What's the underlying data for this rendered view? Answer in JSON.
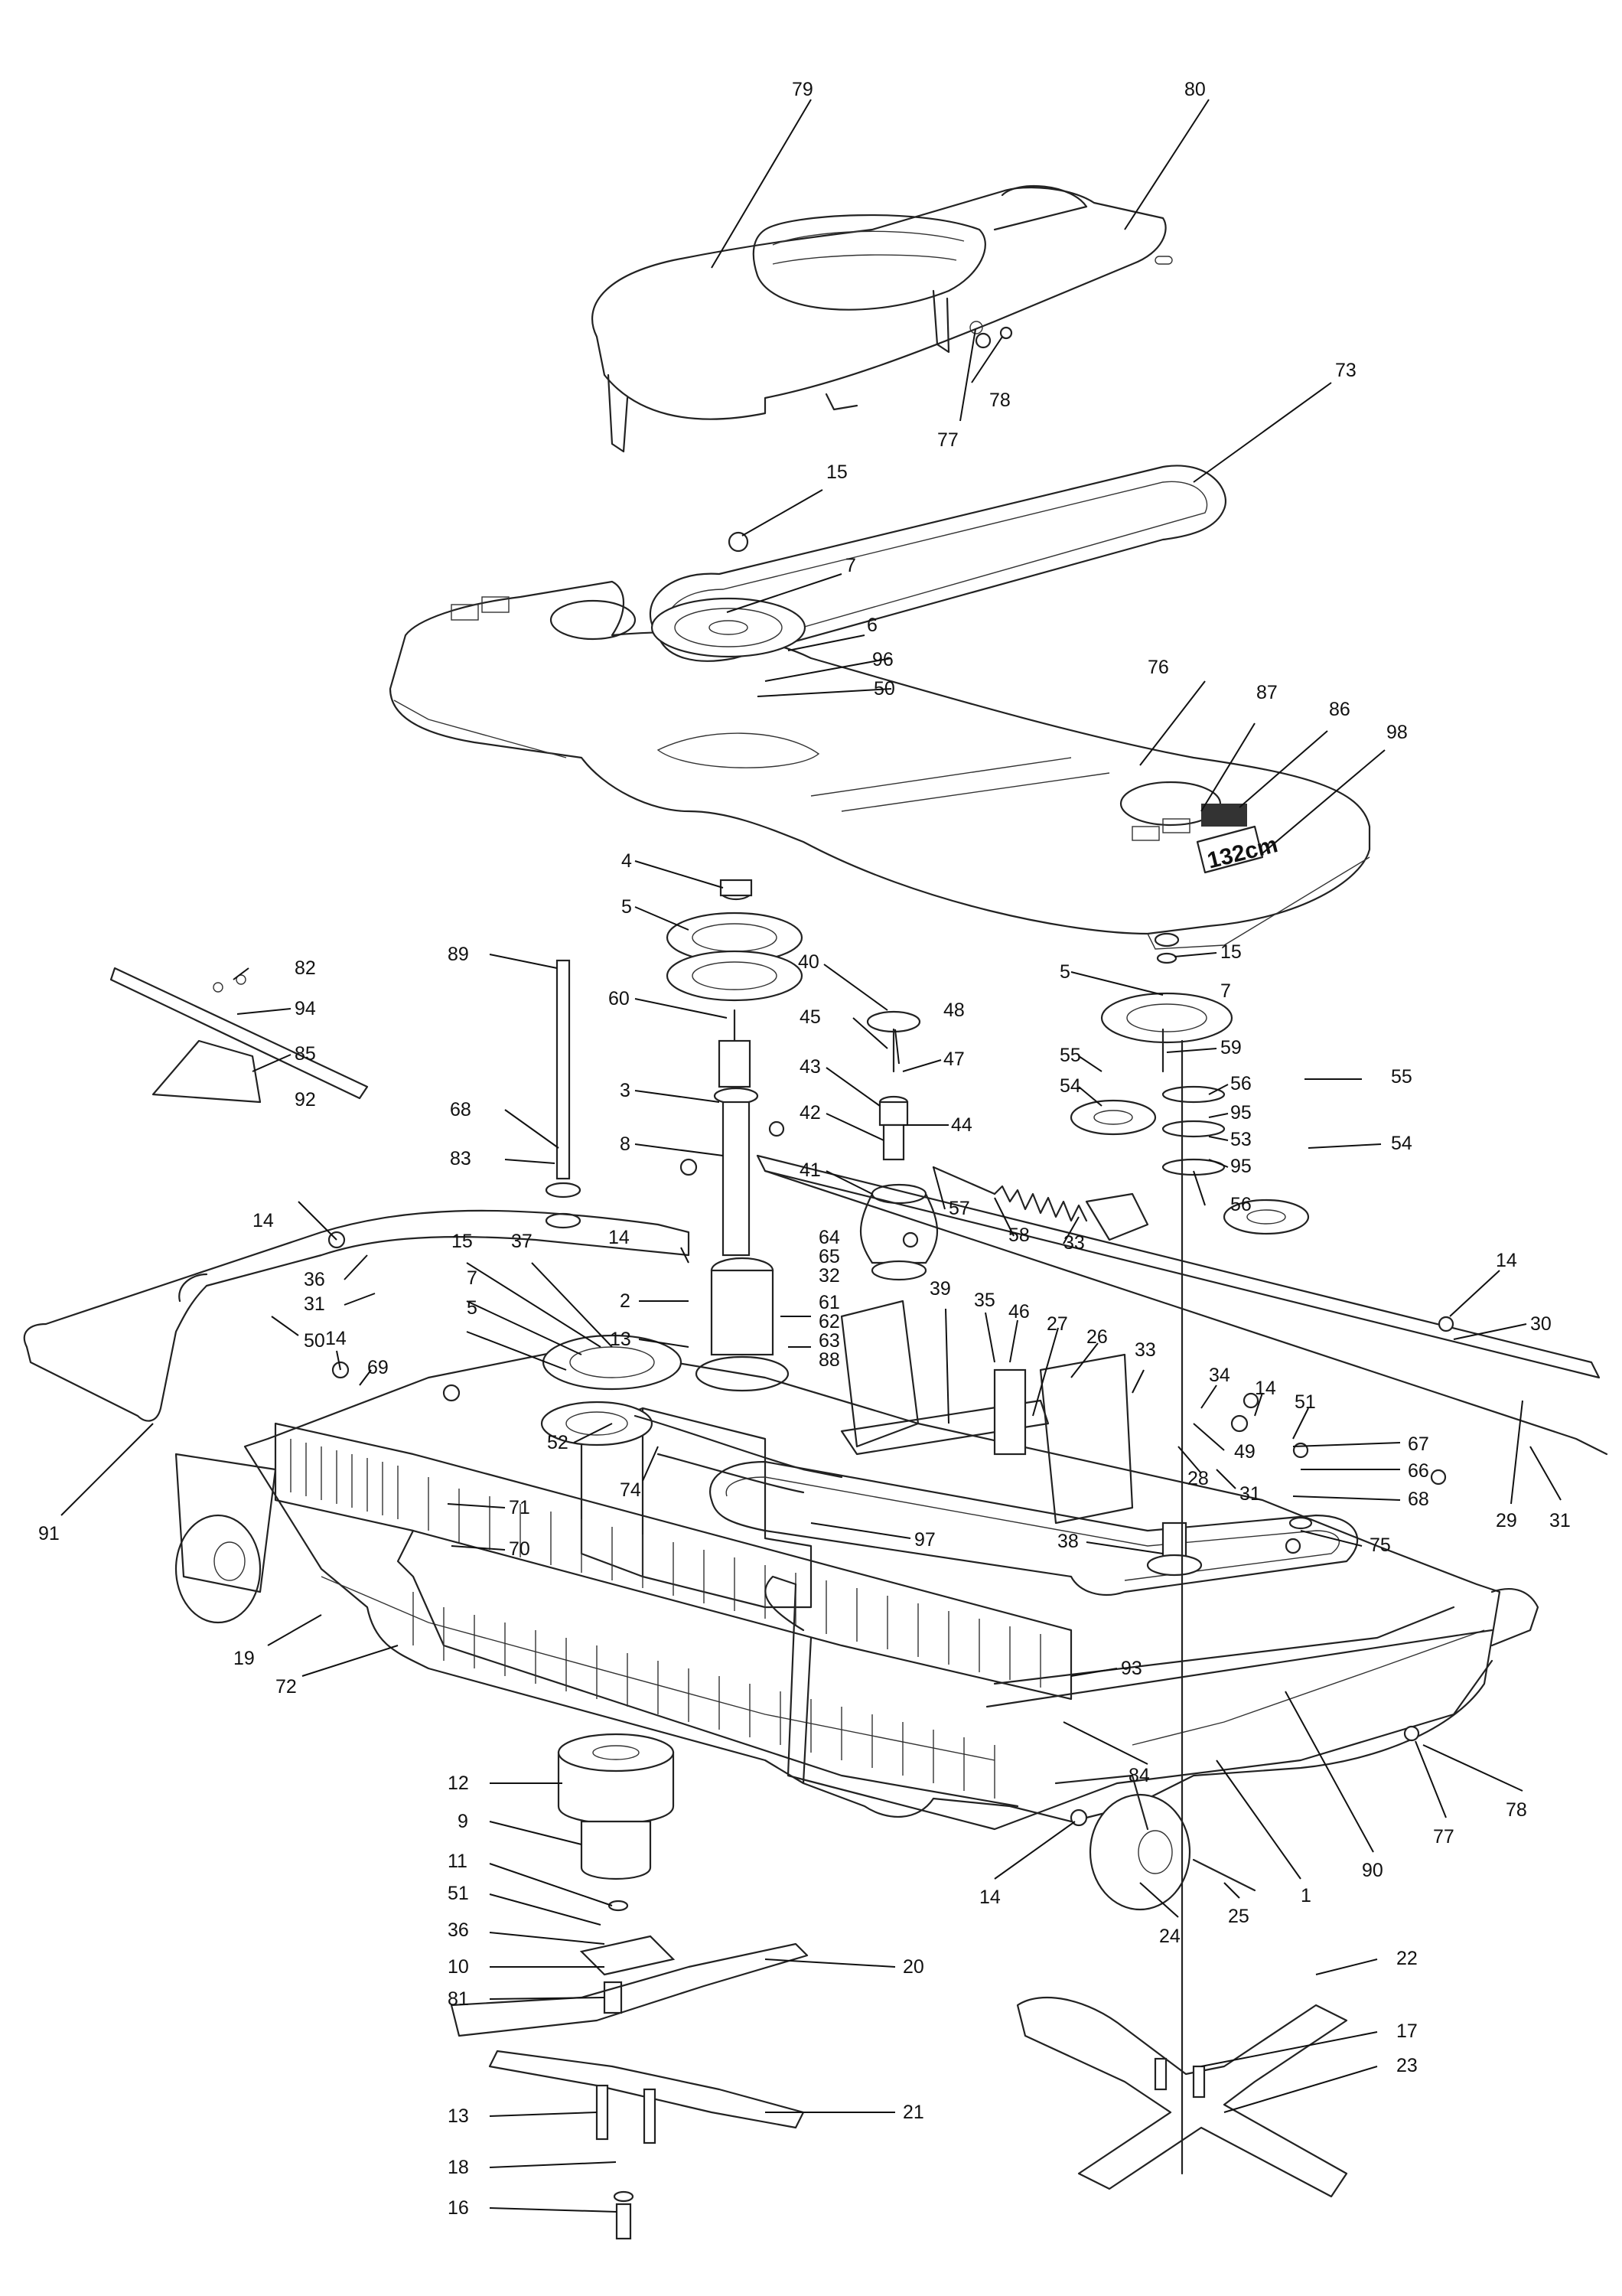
{
  "diagram": {
    "deck_plate_text": "132cm",
    "callouts": [
      {
        "id": "c79",
        "text": "79"
      },
      {
        "id": "c80",
        "text": "80"
      },
      {
        "id": "c78a",
        "text": "78"
      },
      {
        "id": "c77a",
        "text": "77"
      },
      {
        "id": "c73",
        "text": "73"
      },
      {
        "id": "c15a",
        "text": "15"
      },
      {
        "id": "c7a",
        "text": "7"
      },
      {
        "id": "c6",
        "text": "6"
      },
      {
        "id": "c96",
        "text": "96"
      },
      {
        "id": "c50a",
        "text": "50"
      },
      {
        "id": "c76",
        "text": "76"
      },
      {
        "id": "c87",
        "text": "87"
      },
      {
        "id": "c86",
        "text": "86"
      },
      {
        "id": "c98",
        "text": "98"
      },
      {
        "id": "c4",
        "text": "4"
      },
      {
        "id": "c5a",
        "text": "5"
      },
      {
        "id": "c89",
        "text": "89"
      },
      {
        "id": "c60",
        "text": "60"
      },
      {
        "id": "c82",
        "text": "82"
      },
      {
        "id": "c94",
        "text": "94"
      },
      {
        "id": "c85",
        "text": "85"
      },
      {
        "id": "c92",
        "text": "92"
      },
      {
        "id": "c68a",
        "text": "68"
      },
      {
        "id": "c83",
        "text": "83"
      },
      {
        "id": "c3",
        "text": "3"
      },
      {
        "id": "c8",
        "text": "8"
      },
      {
        "id": "c40",
        "text": "40"
      },
      {
        "id": "c45",
        "text": "45"
      },
      {
        "id": "c48",
        "text": "48"
      },
      {
        "id": "c47",
        "text": "47"
      },
      {
        "id": "c43",
        "text": "43"
      },
      {
        "id": "c44",
        "text": "44"
      },
      {
        "id": "c42",
        "text": "42"
      },
      {
        "id": "c41",
        "text": "41"
      },
      {
        "id": "c15b",
        "text": "15"
      },
      {
        "id": "c7b",
        "text": "7"
      },
      {
        "id": "c5b",
        "text": "5"
      },
      {
        "id": "c59",
        "text": "59"
      },
      {
        "id": "c55a",
        "text": "55"
      },
      {
        "id": "c54a",
        "text": "54"
      },
      {
        "id": "c56a",
        "text": "56"
      },
      {
        "id": "c95a",
        "text": "95"
      },
      {
        "id": "c53",
        "text": "53"
      },
      {
        "id": "c95b",
        "text": "95"
      },
      {
        "id": "c56b",
        "text": "56"
      },
      {
        "id": "c55b",
        "text": "55"
      },
      {
        "id": "c54b",
        "text": "54"
      },
      {
        "id": "c57",
        "text": "57"
      },
      {
        "id": "c58",
        "text": "58"
      },
      {
        "id": "c33a",
        "text": "33"
      },
      {
        "id": "c14a",
        "text": "14"
      },
      {
        "id": "c36a",
        "text": "36"
      },
      {
        "id": "c31a",
        "text": "31"
      },
      {
        "id": "c50b",
        "text": "50"
      },
      {
        "id": "c15c",
        "text": "15"
      },
      {
        "id": "c37",
        "text": "37"
      },
      {
        "id": "c7c",
        "text": "7"
      },
      {
        "id": "c5c",
        "text": "5"
      },
      {
        "id": "c14b",
        "text": "14"
      },
      {
        "id": "c2",
        "text": "2"
      },
      {
        "id": "c13a",
        "text": "13"
      },
      {
        "id": "c64",
        "text": "64"
      },
      {
        "id": "c65",
        "text": "65"
      },
      {
        "id": "c32",
        "text": "32"
      },
      {
        "id": "c61",
        "text": "61"
      },
      {
        "id": "c62",
        "text": "62"
      },
      {
        "id": "c63",
        "text": "63"
      },
      {
        "id": "c88",
        "text": "88"
      },
      {
        "id": "c39",
        "text": "39"
      },
      {
        "id": "c35",
        "text": "35"
      },
      {
        "id": "c46",
        "text": "46"
      },
      {
        "id": "c27",
        "text": "27"
      },
      {
        "id": "c26",
        "text": "26"
      },
      {
        "id": "c33b",
        "text": "33"
      },
      {
        "id": "c34",
        "text": "34"
      },
      {
        "id": "c14c",
        "text": "14"
      },
      {
        "id": "c51a",
        "text": "51"
      },
      {
        "id": "c14d",
        "text": "14"
      },
      {
        "id": "c30",
        "text": "30"
      },
      {
        "id": "c29",
        "text": "29"
      },
      {
        "id": "c31b",
        "text": "31"
      },
      {
        "id": "c67",
        "text": "67"
      },
      {
        "id": "c66",
        "text": "66"
      },
      {
        "id": "c68b",
        "text": "68"
      },
      {
        "id": "c49",
        "text": "49"
      },
      {
        "id": "c28",
        "text": "28"
      },
      {
        "id": "c31c",
        "text": "31"
      },
      {
        "id": "c75",
        "text": "75"
      },
      {
        "id": "c14e",
        "text": "14"
      },
      {
        "id": "c69",
        "text": "69"
      },
      {
        "id": "c52",
        "text": "52"
      },
      {
        "id": "c74",
        "text": "74"
      },
      {
        "id": "c97",
        "text": "97"
      },
      {
        "id": "c38",
        "text": "38"
      },
      {
        "id": "c71",
        "text": "71"
      },
      {
        "id": "c70",
        "text": "70"
      },
      {
        "id": "c91",
        "text": "91"
      },
      {
        "id": "c19",
        "text": "19"
      },
      {
        "id": "c72",
        "text": "72"
      },
      {
        "id": "c93",
        "text": "93"
      },
      {
        "id": "c84",
        "text": "84"
      },
      {
        "id": "c90",
        "text": "90"
      },
      {
        "id": "c1",
        "text": "1"
      },
      {
        "id": "c77b",
        "text": "77"
      },
      {
        "id": "c78b",
        "text": "78"
      },
      {
        "id": "c14f",
        "text": "14"
      },
      {
        "id": "c24",
        "text": "24"
      },
      {
        "id": "c25",
        "text": "25"
      },
      {
        "id": "c12",
        "text": "12"
      },
      {
        "id": "c9",
        "text": "9"
      },
      {
        "id": "c11",
        "text": "11"
      },
      {
        "id": "c51b",
        "text": "51"
      },
      {
        "id": "c36b",
        "text": "36"
      },
      {
        "id": "c10",
        "text": "10"
      },
      {
        "id": "c81",
        "text": "81"
      },
      {
        "id": "c20",
        "text": "20"
      },
      {
        "id": "c13b",
        "text": "13"
      },
      {
        "id": "c21",
        "text": "21"
      },
      {
        "id": "c18",
        "text": "18"
      },
      {
        "id": "c16",
        "text": "16"
      },
      {
        "id": "c22",
        "text": "22"
      },
      {
        "id": "c17",
        "text": "17"
      },
      {
        "id": "c23",
        "text": "23"
      }
    ]
  }
}
